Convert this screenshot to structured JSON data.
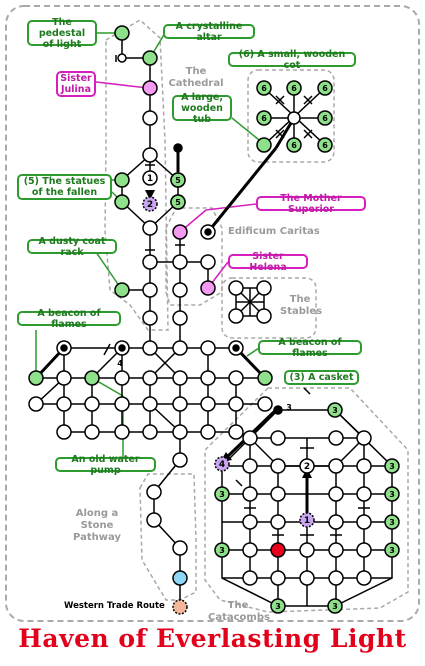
{
  "title": "Haven of Everlasting Light",
  "colors": {
    "green": "#2e9b2e",
    "magenta": "#d61fbe",
    "node_green": "#8fe08a",
    "node_magenta": "#f59af2",
    "node_purple": "#c9a6f0",
    "node_red": "#e8001c",
    "node_blue": "#8fd8f5",
    "node_salmon": "#f4b79a",
    "title_red": "#e3001b"
  },
  "zones": {
    "cathedral": "The\nCathedral",
    "caritas": "Edificum Caritas",
    "stables": "The\nStables",
    "stone_path": "Along a\nStone\nPathway",
    "catacombs": "The\nCatacombs"
  },
  "labels": {
    "pedestal": "The pedestal\nof light",
    "altar": "A crystalline altar",
    "julina": "Sister\nJulina",
    "cot": "(6) A small, wooden cot",
    "tub": "A large,\nwooden tub",
    "statues": "(5) The statues\nof the fallen",
    "mother": "The Mother Superior",
    "coat": "A dusty coat rack",
    "helena": "Sister Helena",
    "beacon_left": "A beacon of flames",
    "beacon_right": "A beacon of flames",
    "casket": "(3) A casket",
    "pump": "An old water pump",
    "western": "Western Trade Route"
  },
  "node_numbers": {
    "statues_top": "1",
    "statues_bottom": "2",
    "statue_count": "5",
    "cot_count": "6",
    "casket_count": "3",
    "beacon_step": "4",
    "cat_top": "3",
    "cat_center": "2",
    "cat_purple_left": "4",
    "cat_purple_bottom": "1"
  }
}
